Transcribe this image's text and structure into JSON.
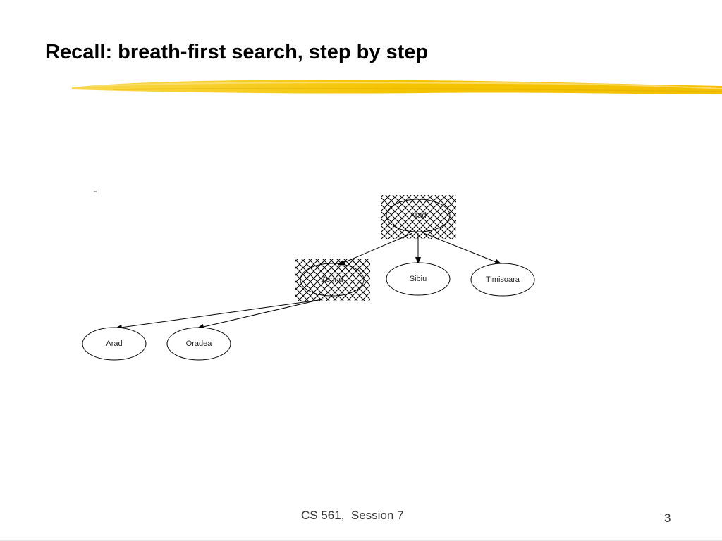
{
  "slide": {
    "title": "Recall: breath-first search, step by step",
    "footer": "CS 561,  Session 7",
    "page_number": "3"
  },
  "diagram": {
    "nodes": {
      "arad_root": {
        "label": "Arad",
        "expanded": true
      },
      "zerind": {
        "label": "Zerind",
        "expanded": true
      },
      "sibiu": {
        "label": "Sibiu",
        "expanded": false
      },
      "timisoara": {
        "label": "Timisoara",
        "expanded": false
      },
      "arad_leaf": {
        "label": "Arad",
        "expanded": false
      },
      "oradea": {
        "label": "Oradea",
        "expanded": false
      }
    },
    "edges": [
      {
        "from": "Arad",
        "to": "Zerind"
      },
      {
        "from": "Arad",
        "to": "Sibiu"
      },
      {
        "from": "Arad",
        "to": "Timisoara"
      },
      {
        "from": "Zerind",
        "to": "Arad"
      },
      {
        "from": "Zerind",
        "to": "Oradea"
      }
    ],
    "colors": {
      "highlight_stroke": "#f5c400",
      "line": "#000000"
    }
  }
}
